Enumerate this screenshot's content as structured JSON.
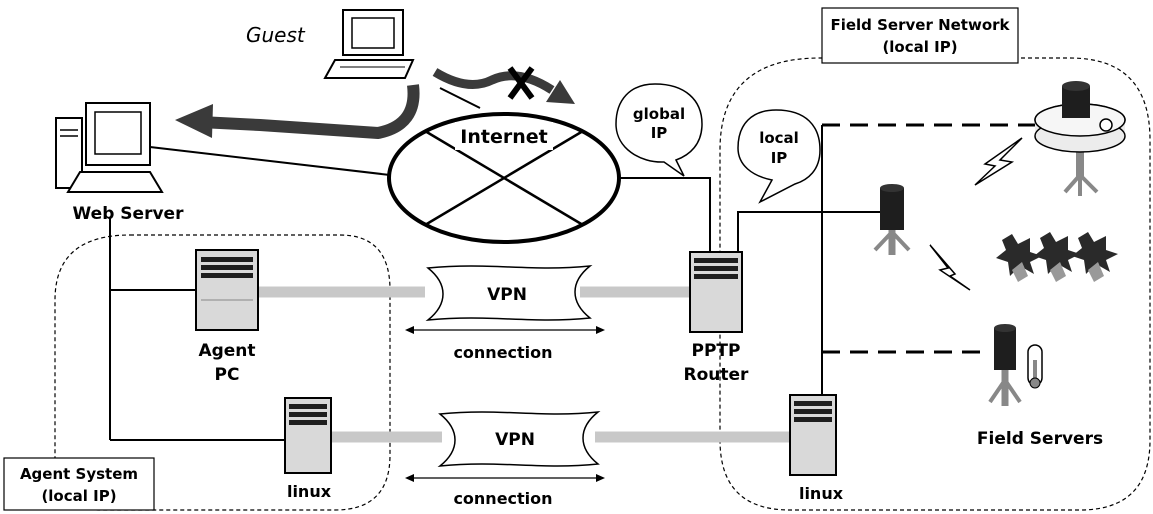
{
  "guest_label": "Guest",
  "web_server_label": "Web Server",
  "internet_label": "Internet",
  "global_ip": {
    "line1": "global",
    "line2": "IP"
  },
  "local_ip": {
    "line1": "local",
    "line2": "IP"
  },
  "field_server_network": {
    "line1": "Field Server Network",
    "line2": "(local IP)"
  },
  "agent_system": {
    "line1": "Agent System",
    "line2": "(local IP)"
  },
  "agent_pc": {
    "line1": "Agent",
    "line2": "PC"
  },
  "pptp_router": {
    "line1": "PPTP",
    "line2": "Router"
  },
  "vpn_top": {
    "label": "VPN",
    "sub": "connection"
  },
  "vpn_bottom": {
    "label": "VPN",
    "sub": "connection"
  },
  "linux_left": "linux",
  "linux_right": "linux",
  "field_servers_label": "Field Servers",
  "colors": {
    "link_gray": "#c8c8c8",
    "arrow_dark": "#3a3a3a",
    "device_dark": "#1e1e1e",
    "server_body": "#d9d9d9"
  }
}
